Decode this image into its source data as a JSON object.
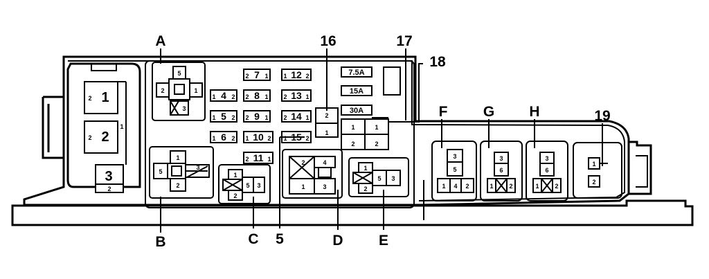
{
  "callouts": {
    "A": "A",
    "B": "B",
    "C": "C",
    "D": "D",
    "E": "E",
    "F": "F",
    "G": "G",
    "H": "H",
    "n5": "5",
    "n16": "16",
    "n17": "17",
    "n18": "18",
    "n19": "19"
  },
  "left_block": {
    "big1": "1",
    "big2": "2",
    "big3": "3",
    "side2a": "2",
    "side2b": "2",
    "side1": "1",
    "sub2": "2"
  },
  "relay_A": {
    "top": "5",
    "left": "2",
    "right": "1",
    "bottom": "3"
  },
  "relay_B": {
    "top": "1",
    "left": "5",
    "right": "3",
    "bottom": "2"
  },
  "relay_C": {
    "a": "1",
    "b": "2",
    "c": "5",
    "d": "3"
  },
  "relay_D": {
    "a": "2",
    "b": "4",
    "c": "1",
    "d": "3"
  },
  "relay_E": {
    "a": "1",
    "b": "2",
    "c": "5",
    "d": "3"
  },
  "relay_F": {
    "a": "3",
    "b": "5",
    "c": "1",
    "d": "4",
    "e": "2"
  },
  "relay_G": {
    "a": "3",
    "b": "6",
    "c": "1",
    "d": "2"
  },
  "relay_H": {
    "a": "3",
    "b": "6",
    "c": "1",
    "d": "2"
  },
  "relay_19": {
    "a": "1",
    "b": "2"
  },
  "fuses": [
    {
      "l": "2",
      "n": "7",
      "r": "1"
    },
    {
      "l": "1",
      "n": "12",
      "r": "2"
    },
    {
      "l": "1",
      "n": "4",
      "r": "2"
    },
    {
      "l": "2",
      "n": "8",
      "r": "1"
    },
    {
      "l": "2",
      "n": "13",
      "r": "1"
    },
    {
      "l": "1",
      "n": "5",
      "r": "2"
    },
    {
      "l": "2",
      "n": "9",
      "r": "1"
    },
    {
      "l": "2",
      "n": "14",
      "r": "1"
    },
    {
      "l": "1",
      "n": "6",
      "r": "2"
    },
    {
      "l": "1",
      "n": "10",
      "r": "2"
    },
    {
      "l": "1",
      "n": "15",
      "r": "2"
    },
    {
      "l": "2",
      "n": "11",
      "r": "1"
    }
  ],
  "amp_labels": {
    "a": "7.5A",
    "b": "15A",
    "c": "30A"
  },
  "relay_16": {
    "top": "2",
    "bottom": "1"
  },
  "relay_17": {
    "a": "1",
    "b": "1",
    "c": "2",
    "d": "2"
  }
}
